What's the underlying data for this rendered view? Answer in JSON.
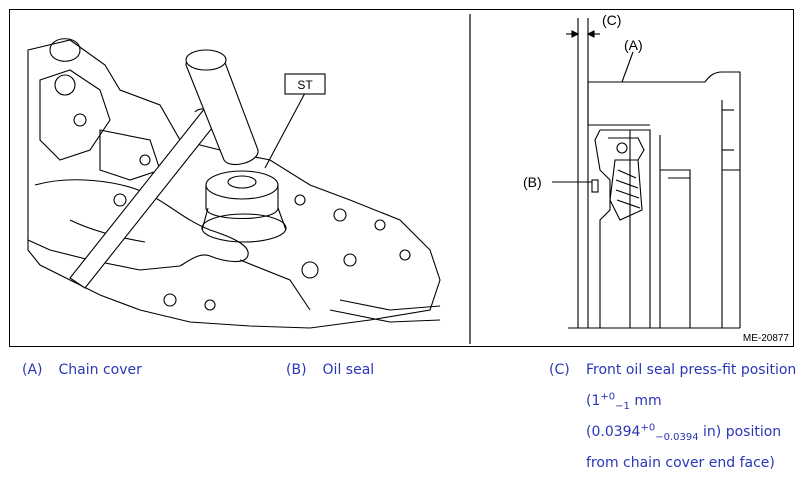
{
  "figure": {
    "st_label": "ST",
    "callout_a": "(A)",
    "callout_b": "(B)",
    "callout_c": "(C)",
    "figure_code": "ME-20877"
  },
  "legend": {
    "a_letter": "(A)",
    "a_text": "Chain cover",
    "b_letter": "(B)",
    "b_text": "Oil seal",
    "c_letter": "(C)",
    "c_line1": "Front oil seal press-fit position",
    "c_line2_base": "(1",
    "c_line2_sup": "+0",
    "c_line2_sub": "−1",
    "c_line2_unit": " mm",
    "c_line3_base": "(0.0394",
    "c_line3_sup": "+0",
    "c_line3_sub": "−0.0394",
    "c_line3_rest": " in) position",
    "c_line4": "from chain cover end face)"
  },
  "colors": {
    "legend_text": "#2a36b8",
    "line_art": "#000000"
  }
}
